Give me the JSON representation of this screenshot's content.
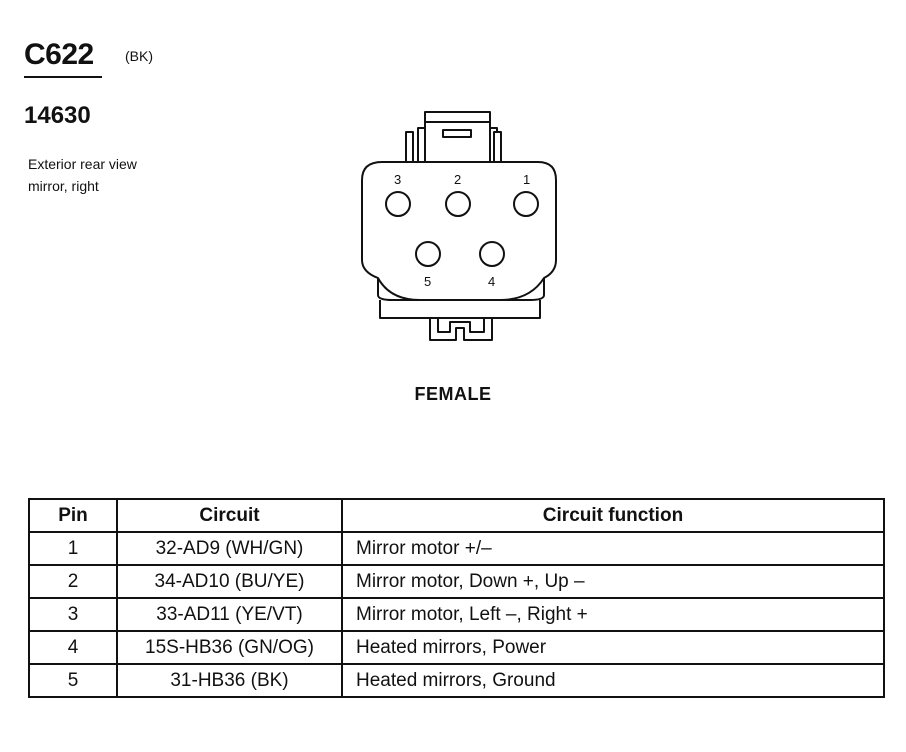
{
  "connector": {
    "id": "C622",
    "color": "(BK)",
    "part_number": "14630",
    "description": [
      "Exterior rear view",
      "mirror, right"
    ],
    "gender": "FEMALE"
  },
  "diagram": {
    "pins": [
      "3",
      "2",
      "1",
      "5",
      "4"
    ]
  },
  "table": {
    "headers": {
      "pin": "Pin",
      "circuit": "Circuit",
      "function": "Circuit function"
    },
    "rows": [
      {
        "pin": "1",
        "circuit": "32-AD9 (WH/GN)",
        "function": "Mirror motor +/–"
      },
      {
        "pin": "2",
        "circuit": "34-AD10 (BU/YE)",
        "function": "Mirror motor, Down +, Up –"
      },
      {
        "pin": "3",
        "circuit": "33-AD11 (YE/VT)",
        "function": "Mirror motor, Left –, Right +"
      },
      {
        "pin": "4",
        "circuit": "15S-HB36 (GN/OG)",
        "function": "Heated mirrors, Power"
      },
      {
        "pin": "5",
        "circuit": "31-HB36 (BK)",
        "function": "Heated mirrors, Ground"
      }
    ]
  }
}
